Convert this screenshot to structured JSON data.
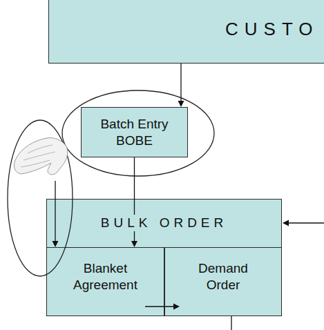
{
  "diagram": {
    "nodes": [
      {
        "text": [
          "CUSTO"
        ]
      },
      {
        "text": [
          "Batch Entry BOBE"
        ]
      },
      {
        "text": [
          "BULK ORDER"
        ]
      },
      {
        "text": [
          "Blanket Agreement"
        ],
        "in": 2
      },
      {
        "text": [
          "Demand Order"
        ],
        "in": 2
      }
    ],
    "edges": [
      {
        "from": 0,
        "to": 1,
        "arrow": "to"
      },
      {
        "from": 1,
        "to": 3,
        "arrow": "to"
      },
      {
        "from": 3,
        "to": 4,
        "arrow": "to"
      }
    ]
  }
}
